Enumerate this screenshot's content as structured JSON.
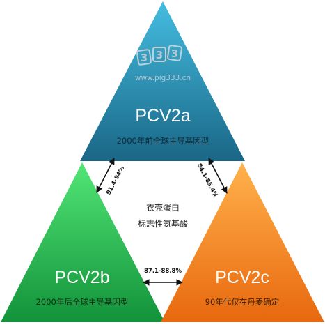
{
  "watermark": {
    "digits": [
      "3",
      "3",
      "3"
    ],
    "url": "www.pig333.cn"
  },
  "triangles": {
    "a": {
      "title": "PCV2a",
      "subtitle": "2000年前全球主导基因型",
      "color_light": "#3fb3d6",
      "color_dark": "#1c6f8e"
    },
    "b": {
      "title": "PCV2b",
      "subtitle": "2000年后全球主导基因型",
      "color_light": "#4fe070",
      "color_dark": "#169a3a"
    },
    "c": {
      "title": "PCV2c",
      "subtitle": "90年代仅在丹麦确定",
      "color_light": "#ffb14a",
      "color_dark": "#e56a10"
    }
  },
  "center": {
    "line1": "衣壳蛋白",
    "line2": "标志性氨基酸"
  },
  "similarities": {
    "a_b": "91.4-94%",
    "a_c": "84.1-85.4%",
    "b_c": "87.1-88.8%"
  }
}
